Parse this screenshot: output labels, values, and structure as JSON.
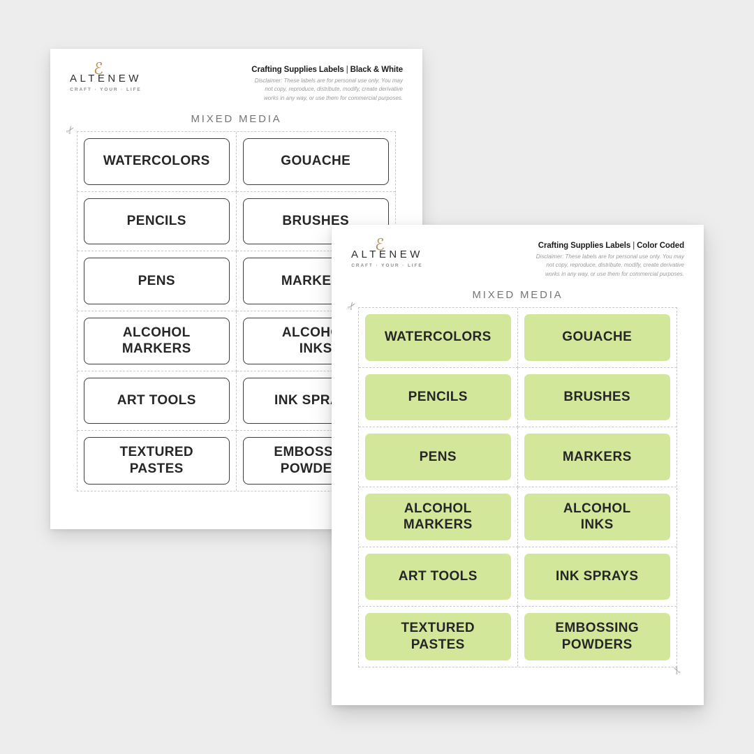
{
  "canvas": {
    "background_color": "#ededee"
  },
  "shared": {
    "logo": {
      "part1": "ALT",
      "e_letter": "E",
      "script_e": "ℰ",
      "part2": "NEW",
      "tagline": "CRAFT · YOUR · LIFE"
    },
    "title_main": "Crafting Supplies Labels",
    "title_separator": "|",
    "disclaimer_lines": [
      "Disclaimer: These labels are for personal use only. You may",
      "not copy, reproduce, distribute, modify, create derivative",
      "works in any way, or use them for commercial purposes."
    ],
    "section_heading": "MIXED MEDIA",
    "scissors_icon": "✂",
    "labels": [
      "WATERCOLORS",
      "GOUACHE",
      "PENCILS",
      "BRUSHES",
      "PENS",
      "MARKERS",
      "ALCOHOL\nMARKERS",
      "ALCOHOL\nINKS",
      "ART TOOLS",
      "INK SPRAYS",
      "TEXTURED\nPASTES",
      "EMBOSSING\nPOWDERS"
    ]
  },
  "page_black_white": {
    "variant": "Black & White",
    "label_fill": "#ffffff",
    "label_border": "#3d3d3d"
  },
  "page_color_coded": {
    "variant": "Color Coded",
    "label_fill": "#d3e79b"
  },
  "colors": {
    "gold_accent": "#b6904d",
    "label_green": "#d3e79b",
    "cut_line_gray": "#c8c8c8",
    "canvas_background": "#ededee"
  }
}
